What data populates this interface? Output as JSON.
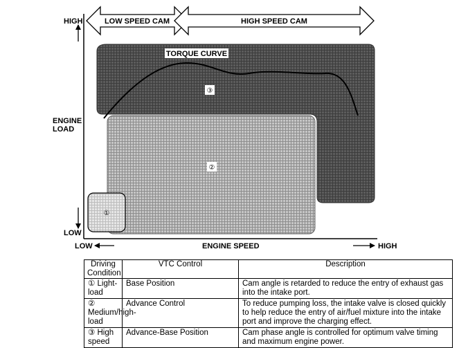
{
  "diagram": {
    "y_axis": {
      "title_line1": "ENGINE",
      "title_line2": "LOAD",
      "high": "HIGH",
      "low": "LOW"
    },
    "x_axis": {
      "title": "ENGINE SPEED",
      "low": "LOW",
      "high": "HIGH"
    },
    "bands": {
      "low_speed_cam": "LOW SPEED CAM",
      "high_speed_cam": "HIGH SPEED CAM"
    },
    "curve_label": "TORQUE CURVE",
    "regions": [
      {
        "marker": "①"
      },
      {
        "marker": "②"
      },
      {
        "marker": "③"
      }
    ],
    "colors": {
      "region_dark": "#5c5c5c",
      "region_medium": "#b9b9b9",
      "ink": "#000000"
    }
  },
  "table": {
    "headers": [
      "Driving Condition",
      "VTC Control",
      "Description"
    ],
    "rows": [
      {
        "condition": "① Light-load",
        "control": "Base Position",
        "description": "Cam angle is retarded to reduce the entry of exhaust gas into the intake port."
      },
      {
        "condition": "② Medium/high-load",
        "control": "Advance Control",
        "description": "To reduce pumping loss, the intake valve is closed quickly to help reduce the entry of air/fuel mixture into the intake port and improve the charging effect."
      },
      {
        "condition": "③ High speed",
        "control": "Advance-Base Position",
        "description": "Cam phase angle is controlled for optimum valve timing and maximum engine power."
      }
    ]
  }
}
